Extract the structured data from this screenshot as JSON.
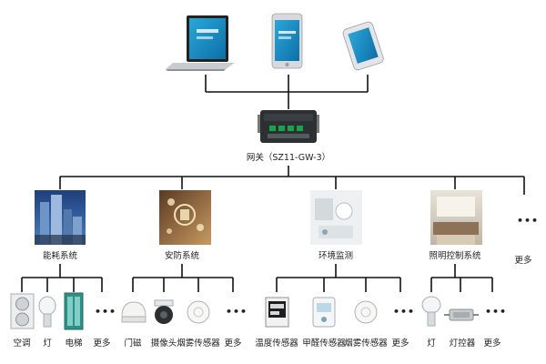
{
  "gateway": {
    "label": "网关（SZ11-GW-3）"
  },
  "more_systems": {
    "dots": "•••",
    "label": "更多"
  },
  "systems": [
    {
      "label": "能耗系统",
      "devices": [
        {
          "label": "空调"
        },
        {
          "label": "灯"
        },
        {
          "label": "电梯"
        },
        {
          "label": "更多",
          "dots": "•••"
        }
      ]
    },
    {
      "label": "安防系统",
      "devices": [
        {
          "label": "门磁"
        },
        {
          "label": "摄像头"
        },
        {
          "label": "烟雾传感器"
        },
        {
          "label": "更多",
          "dots": "•••"
        }
      ]
    },
    {
      "label": "环境监测",
      "devices": [
        {
          "label": "温度传感器"
        },
        {
          "label": "甲醛传感器"
        },
        {
          "label": "烟雾传感器"
        },
        {
          "label": "更多",
          "dots": "•••"
        }
      ]
    },
    {
      "label": "照明控制系统",
      "devices": [
        {
          "label": "灯"
        },
        {
          "label": "灯控器"
        },
        {
          "label": "更多",
          "dots": "•••"
        }
      ]
    }
  ]
}
